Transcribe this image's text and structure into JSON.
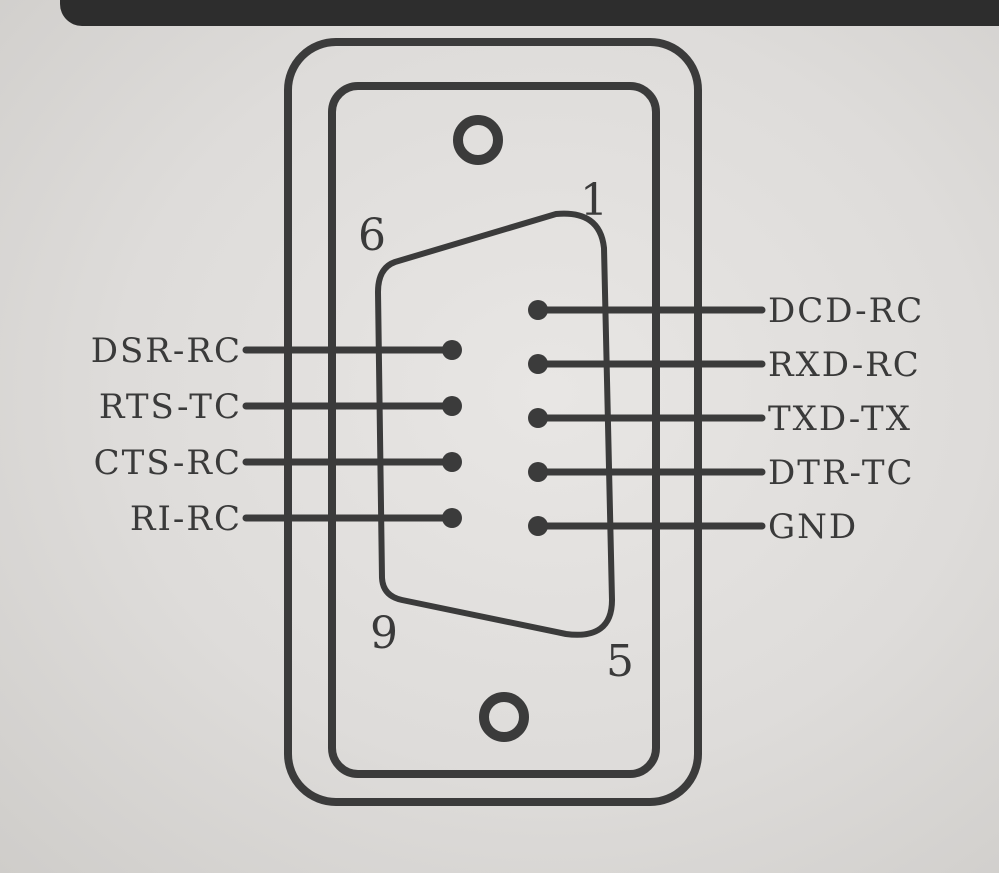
{
  "diagram": {
    "pin_numbers": {
      "top_right": "1",
      "top_left": "6",
      "bottom_left": "9",
      "bottom_right": "5"
    },
    "left_pins": [
      {
        "label": "DSR-RC"
      },
      {
        "label": "RTS-TC"
      },
      {
        "label": "CTS-RC"
      },
      {
        "label": "RI-RC"
      }
    ],
    "right_pins": [
      {
        "label": "DCD-RC"
      },
      {
        "label": "RXD-RC"
      },
      {
        "label": "TXD-TX"
      },
      {
        "label": "DTR-TC"
      },
      {
        "label": "GND"
      }
    ],
    "colors": {
      "ink": "#3b3b3b",
      "paper": "#e4e2e0",
      "header": "#2d2d2d"
    }
  }
}
